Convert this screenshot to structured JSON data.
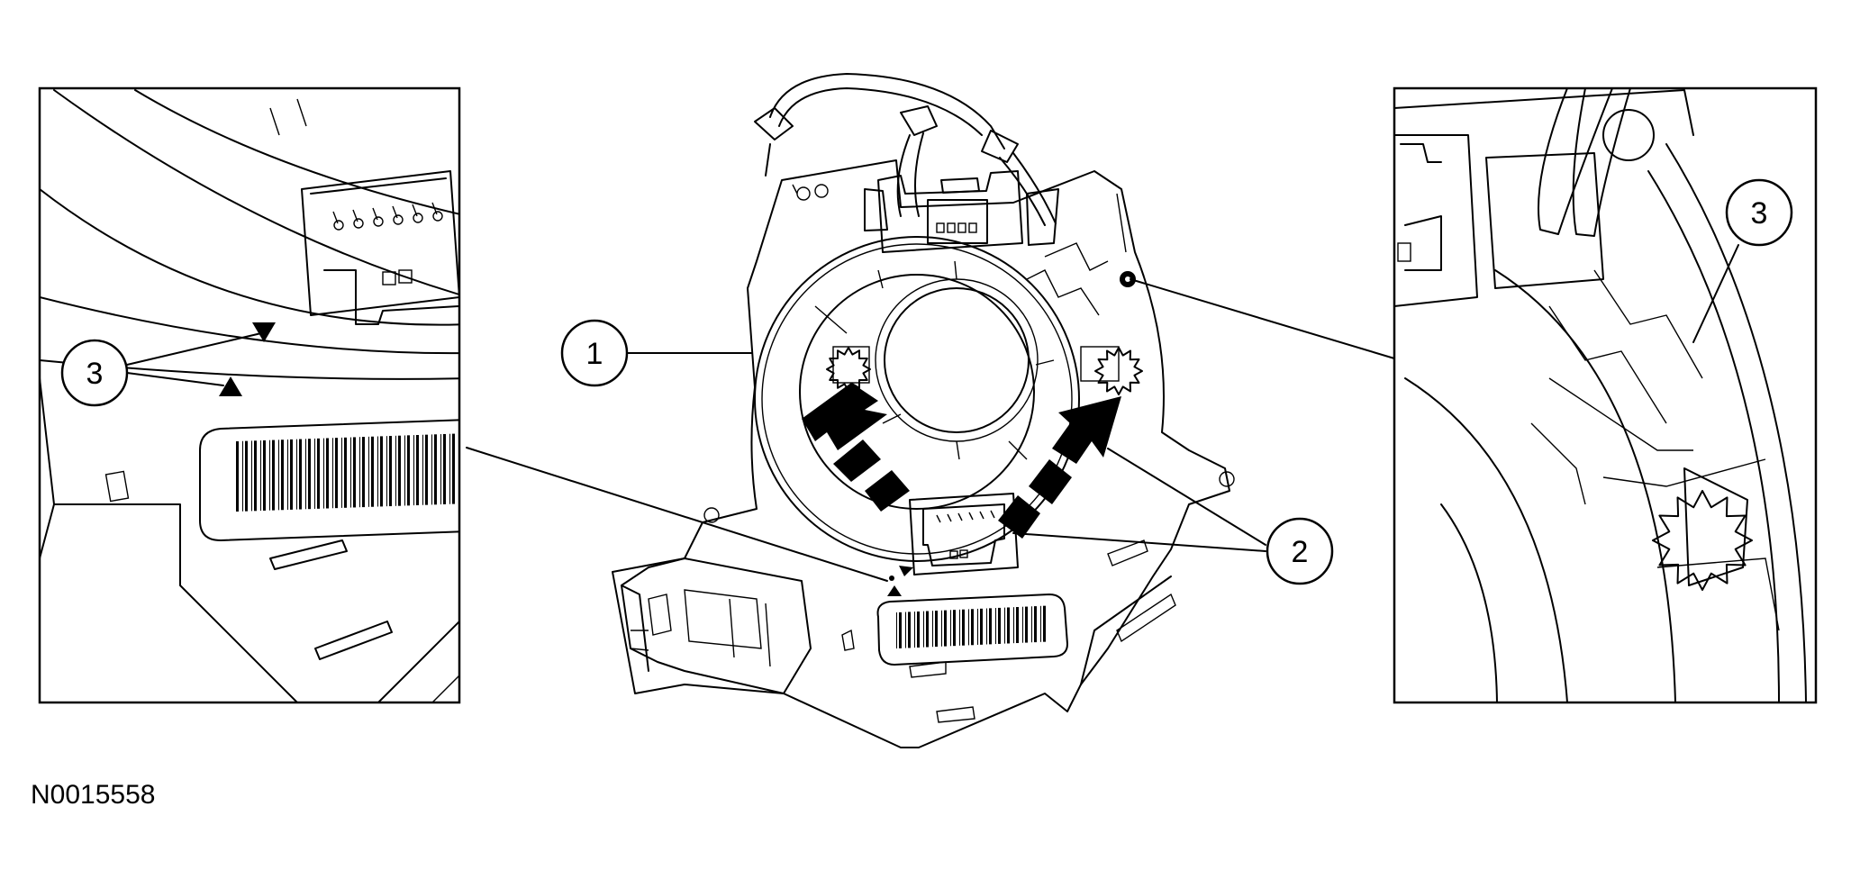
{
  "figure_id": "N0015558",
  "callouts": {
    "c1": "1",
    "c2": "2",
    "c3_left": "3",
    "c3_right": "3"
  }
}
